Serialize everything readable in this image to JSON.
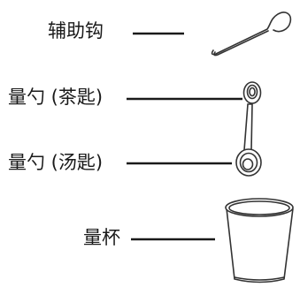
{
  "labels": {
    "hook": "辅助钩",
    "teaspoon": "量勺 (茶匙)",
    "tablespoon": "量勺 (汤匙)",
    "cup": "量杯"
  },
  "colors": {
    "text": "#1a1a1a",
    "line": "#1a1a1a",
    "outline": "#333333",
    "background": "#ffffff"
  }
}
